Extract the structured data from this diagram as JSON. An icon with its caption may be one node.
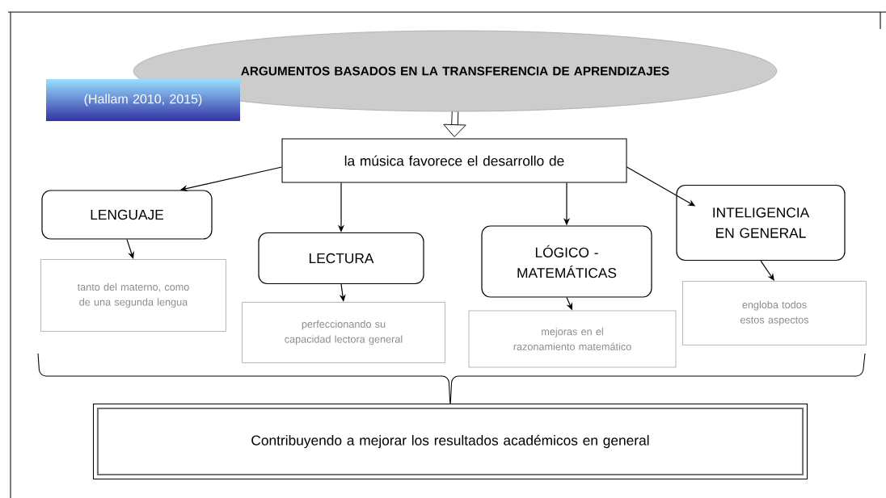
{
  "diagram": {
    "nodes": [
      {
        "text": [
          "ARGUMENTOS BASADOS EN LA TRANSFERENCIA DE APRENDIZAJES"
        ]
      },
      {
        "text": [
          "(Hallam 2010, 2015)"
        ]
      },
      {
        "text": [
          "la música favorece el desarrollo de"
        ]
      },
      {
        "text": [
          "LENGUAJE"
        ]
      },
      {
        "text": [
          "LECTURA"
        ]
      },
      {
        "text": [
          "LÓGICO - MATEMÁTICAS"
        ]
      },
      {
        "text": [
          "INTELIGENCIA EN GENERAL"
        ]
      },
      {
        "text": [
          "tanto del materno, como de una segunda lengua"
        ]
      },
      {
        "text": [
          "perfeccionando su capacidad lectora general"
        ]
      },
      {
        "text": [
          "mejoras en el razonamiento matemático"
        ]
      },
      {
        "text": [
          "engloba todos estos aspectos"
        ]
      },
      {
        "text": [
          "Contribuyendo a mejorar los resultados académicos en general"
        ]
      }
    ],
    "edges": [
      {
        "from": 0,
        "to": 2,
        "arrow": "to",
        "style": "thick"
      },
      {
        "from": 2,
        "to": 3,
        "arrow": "to"
      },
      {
        "from": 2,
        "to": 4,
        "arrow": "to"
      },
      {
        "from": 2,
        "to": 5,
        "arrow": "to"
      },
      {
        "from": 2,
        "to": 6,
        "arrow": "to"
      },
      {
        "from": 3,
        "to": 7,
        "arrow": "to"
      },
      {
        "from": 4,
        "to": 8,
        "arrow": "to"
      },
      {
        "from": 5,
        "to": 9,
        "arrow": "to"
      },
      {
        "from": 6,
        "to": 10,
        "arrow": "to"
      }
    ]
  }
}
